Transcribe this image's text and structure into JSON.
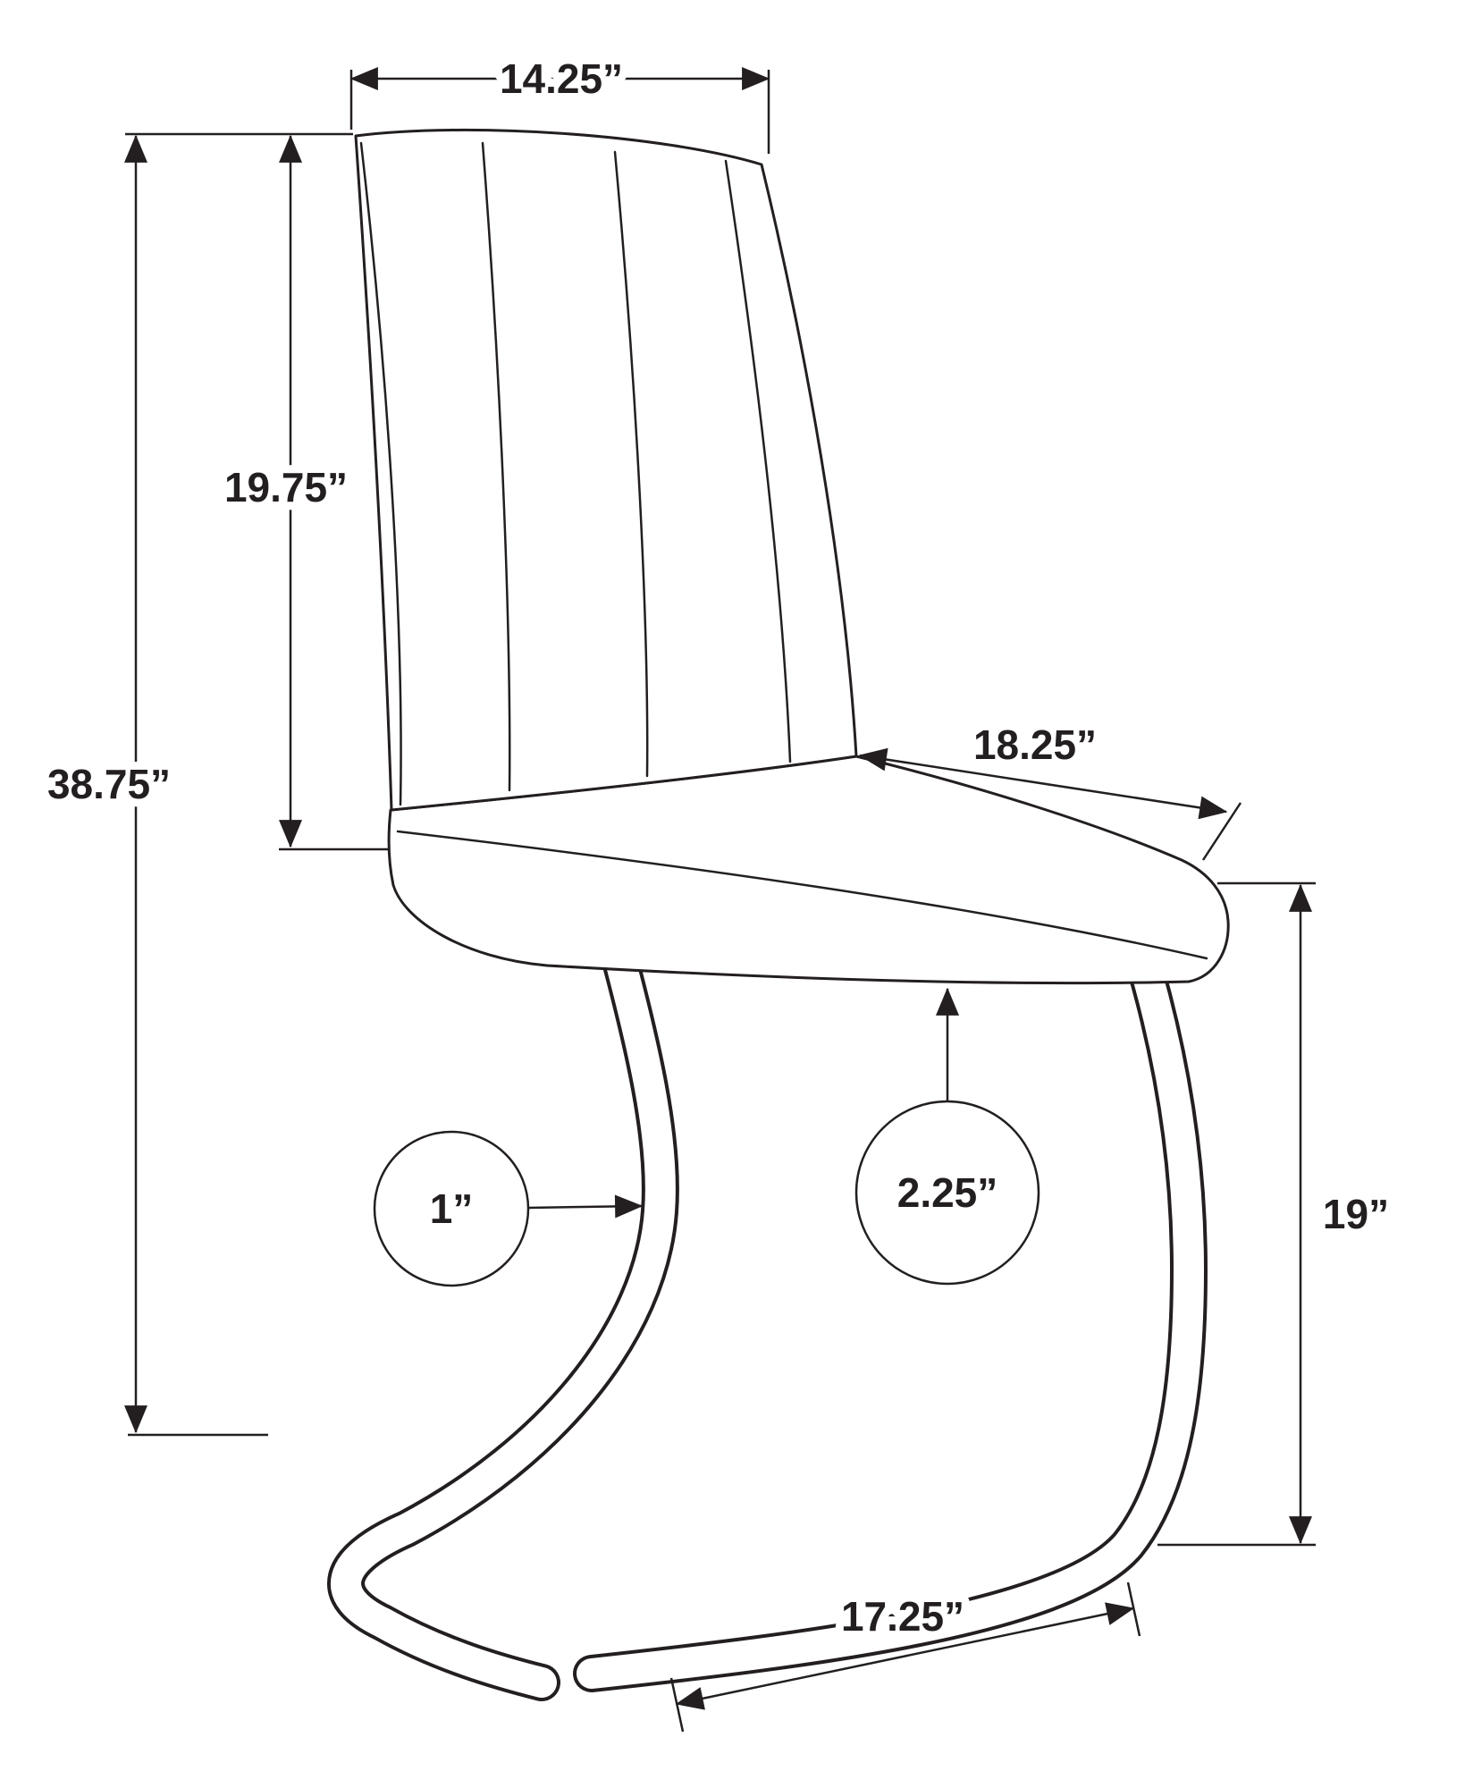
{
  "page": {
    "background": "#ffffff",
    "line_color": "#231f20"
  },
  "diagram": {
    "labels": {
      "top_width": "14.25”",
      "back_height": "19.75”",
      "total_height": "38.75”",
      "seat_depth": "18.25”",
      "seat_height": "19”",
      "base_depth": "17.25”",
      "tube_diameter": "1”",
      "seat_thickness": "2.25”"
    }
  }
}
